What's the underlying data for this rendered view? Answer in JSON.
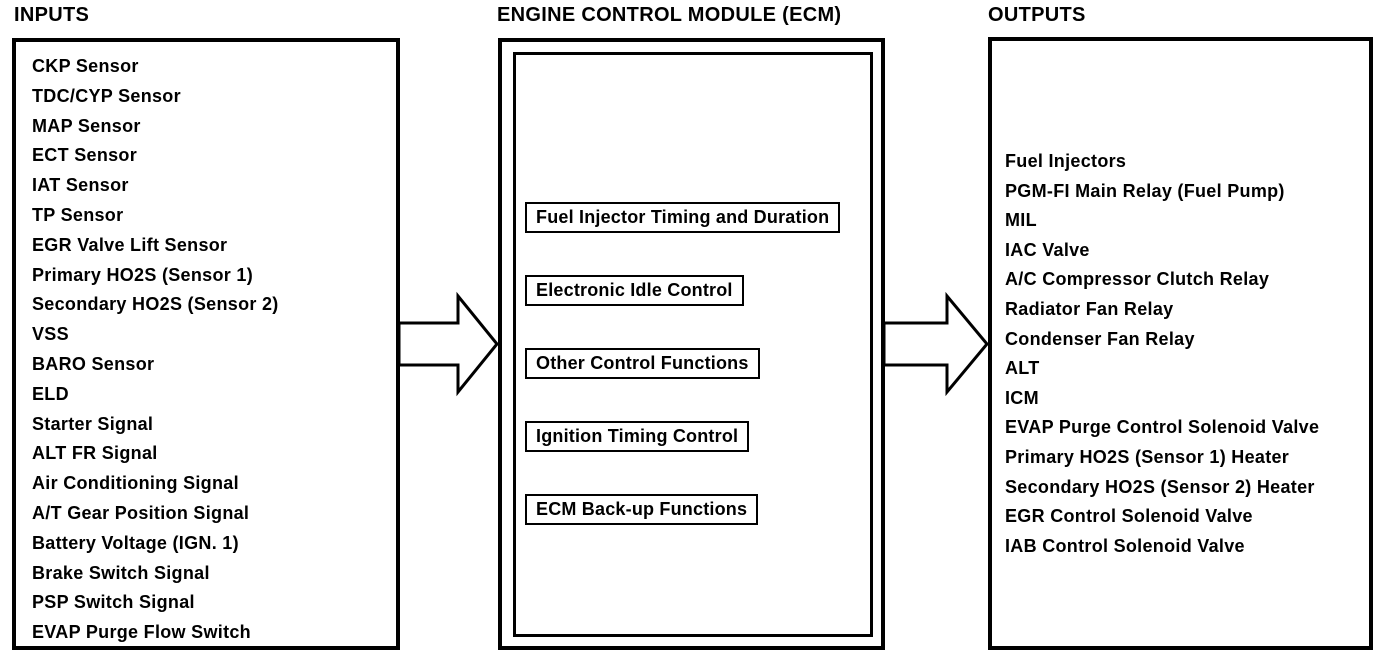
{
  "diagram": {
    "inputs": {
      "title": "INPUTS",
      "items": [
        "CKP Sensor",
        "TDC/CYP Sensor",
        "MAP Sensor",
        "ECT Sensor",
        "IAT Sensor",
        "TP Sensor",
        "EGR Valve Lift Sensor",
        "Primary HO2S (Sensor 1)",
        "Secondary HO2S (Sensor 2)",
        "VSS",
        "BARO Sensor",
        "ELD",
        "Starter Signal",
        "ALT FR Signal",
        "Air Conditioning Signal",
        "A/T Gear Position Signal",
        "Battery Voltage (IGN. 1)",
        "Brake Switch Signal",
        "PSP Switch Signal",
        "EVAP Purge Flow Switch"
      ]
    },
    "ecm": {
      "title": "ENGINE CONTROL MODULE (ECM)",
      "functions": [
        "Fuel Injector Timing and Duration",
        "Electronic Idle Control",
        "Other Control Functions",
        "Ignition Timing Control",
        "ECM Back-up Functions"
      ]
    },
    "outputs": {
      "title": "OUTPUTS",
      "items": [
        "Fuel Injectors",
        "PGM-FI Main Relay (Fuel Pump)",
        "MIL",
        "IAC Valve",
        "A/C Compressor Clutch Relay",
        "Radiator Fan Relay",
        "Condenser Fan Relay",
        "ALT",
        "ICM",
        "EVAP Purge Control Solenoid Valve",
        "Primary HO2S (Sensor 1) Heater",
        "Secondary HO2S (Sensor 2) Heater",
        "EGR Control Solenoid Valve",
        "IAB Control Solenoid Valve"
      ]
    },
    "icons": {
      "flow_arrow": "block-arrow-right"
    },
    "colors": {
      "ink": "#000000",
      "background": "#ffffff"
    }
  }
}
